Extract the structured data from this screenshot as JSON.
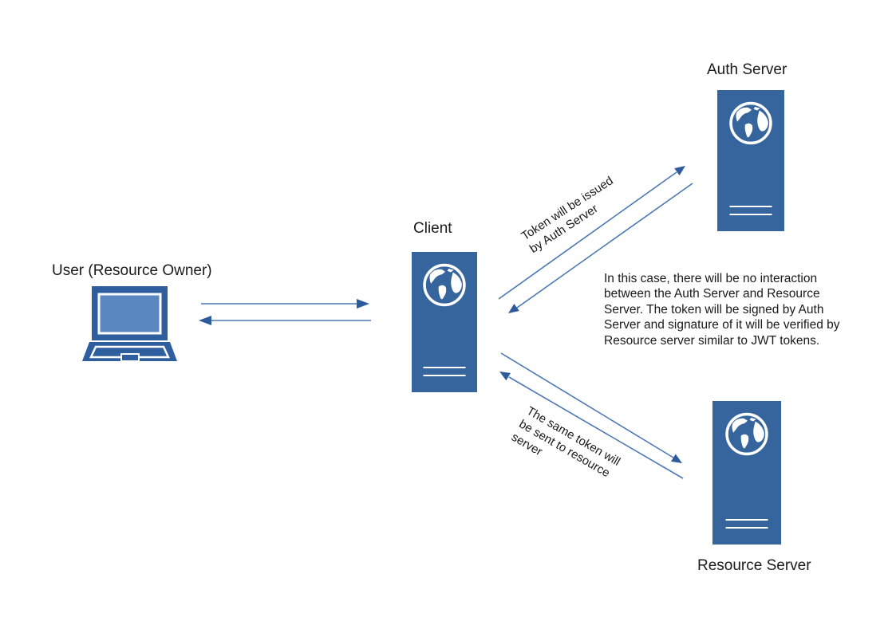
{
  "nodes": {
    "auth_server": {
      "label": "Auth Server",
      "icon": "globe-icon"
    },
    "client": {
      "label": "Client",
      "icon": "globe-icon"
    },
    "user": {
      "label": "User (Resource Owner)",
      "icon": "laptop-icon"
    },
    "resource_server": {
      "label": "Resource Server",
      "icon": "globe-icon"
    }
  },
  "annotations": {
    "token_issued": "Token will be issued\nby Auth Server",
    "same_token": "The same token will\nbe sent to resource\nserver",
    "note": "In this case, there will be no interaction between the Auth Server and Resource Server. The token will be signed by Auth Server and signature of it will be verified by Resource server similar to JWT tokens."
  },
  "arrows": [
    {
      "name": "arrow-user-to-client"
    },
    {
      "name": "arrow-client-to-user"
    },
    {
      "name": "arrow-client-to-auth-server"
    },
    {
      "name": "arrow-auth-server-to-client"
    },
    {
      "name": "arrow-client-to-resource-server"
    },
    {
      "name": "arrow-resource-server-to-client"
    }
  ],
  "colors": {
    "server_blue": "#36659d",
    "laptop_bezel": "#2f5e9e",
    "laptop_screen": "#5b87c0",
    "arrow_line": "#4c79b5",
    "arrow_head": "#2e5b9c",
    "text": "#1a1a1a"
  }
}
